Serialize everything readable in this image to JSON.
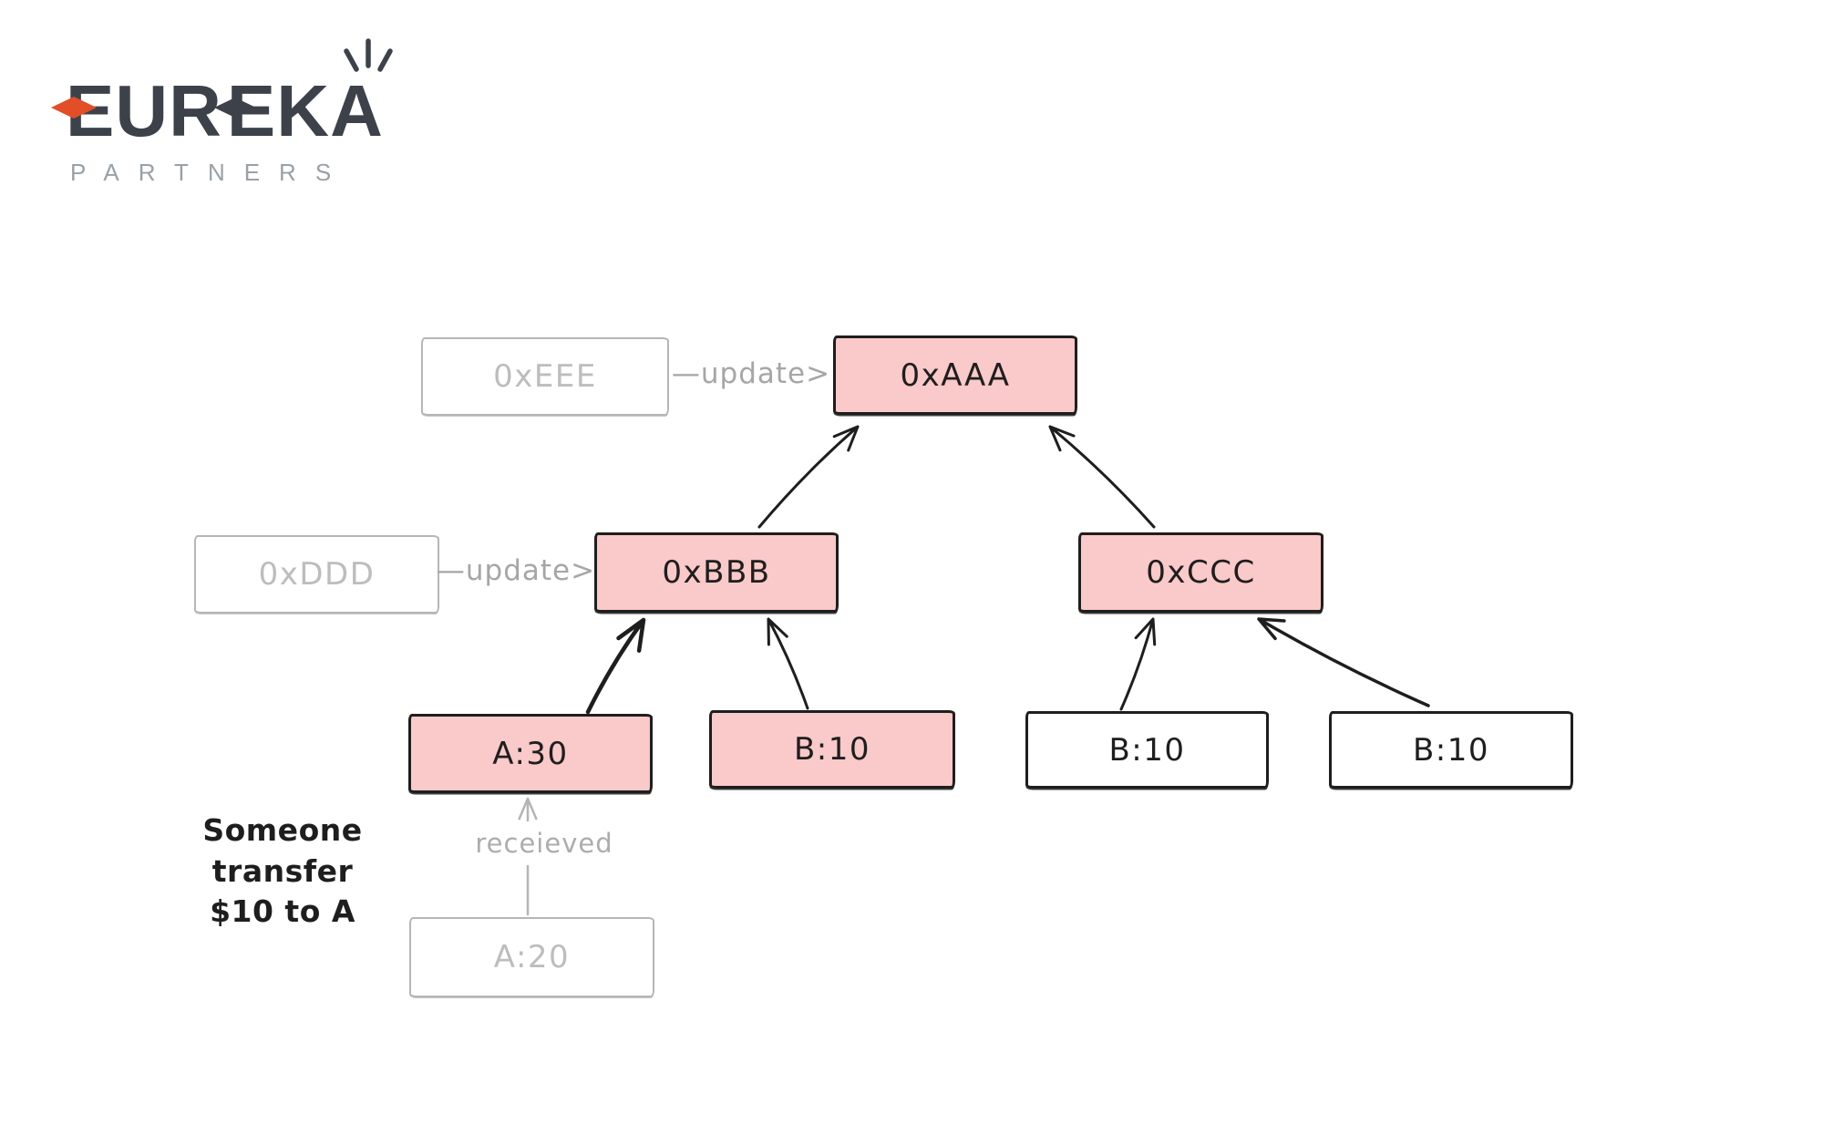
{
  "logo": {
    "brand_letters": [
      "E",
      "U",
      "R",
      "E",
      "K",
      "A"
    ],
    "subtitle": "PARTNERS",
    "colors": {
      "dark": "#3d424a",
      "orange": "#e14e27",
      "subtitle_gray": "#9aa0a6"
    }
  },
  "nodes": {
    "eee": {
      "label": "0xEEE"
    },
    "aaa": {
      "label": "0xAAA"
    },
    "ddd": {
      "label": "0xDDD"
    },
    "bbb": {
      "label": "0xBBB"
    },
    "ccc": {
      "label": "0xCCC"
    },
    "a30": {
      "label": "A:30"
    },
    "b10_pink": {
      "label": "B:10"
    },
    "b10_left": {
      "label": "B:10"
    },
    "b10_right": {
      "label": "B:10"
    },
    "a20": {
      "label": "A:20"
    }
  },
  "labels": {
    "update_top": "—update>",
    "update_mid": "—update>",
    "received": "receieved",
    "note_line1": "Someone transfer",
    "note_line2": "$10 to A"
  },
  "edges": [
    {
      "from": "0xBBB",
      "to": "0xAAA",
      "style": "ink"
    },
    {
      "from": "0xCCC",
      "to": "0xAAA",
      "style": "ink"
    },
    {
      "from": "A:30",
      "to": "0xBBB",
      "style": "ink-bold"
    },
    {
      "from": "B:10 (pink)",
      "to": "0xBBB",
      "style": "ink"
    },
    {
      "from": "B:10 (left)",
      "to": "0xCCC",
      "style": "ink"
    },
    {
      "from": "B:10 (right)",
      "to": "0xCCC",
      "style": "ink"
    },
    {
      "from": "A:20",
      "to": "A:30",
      "style": "ghost",
      "label": "receieved"
    },
    {
      "from": "0xEEE",
      "to": "0xAAA",
      "style": "ghost",
      "label": "—update>"
    },
    {
      "from": "0xDDD",
      "to": "0xBBB",
      "style": "ghost",
      "label": "—update>"
    }
  ],
  "colors": {
    "pink_fill": "#fac9c9",
    "ink": "#1e1e1e",
    "ghost": "#b4b4b4",
    "background": "#ffffff"
  }
}
